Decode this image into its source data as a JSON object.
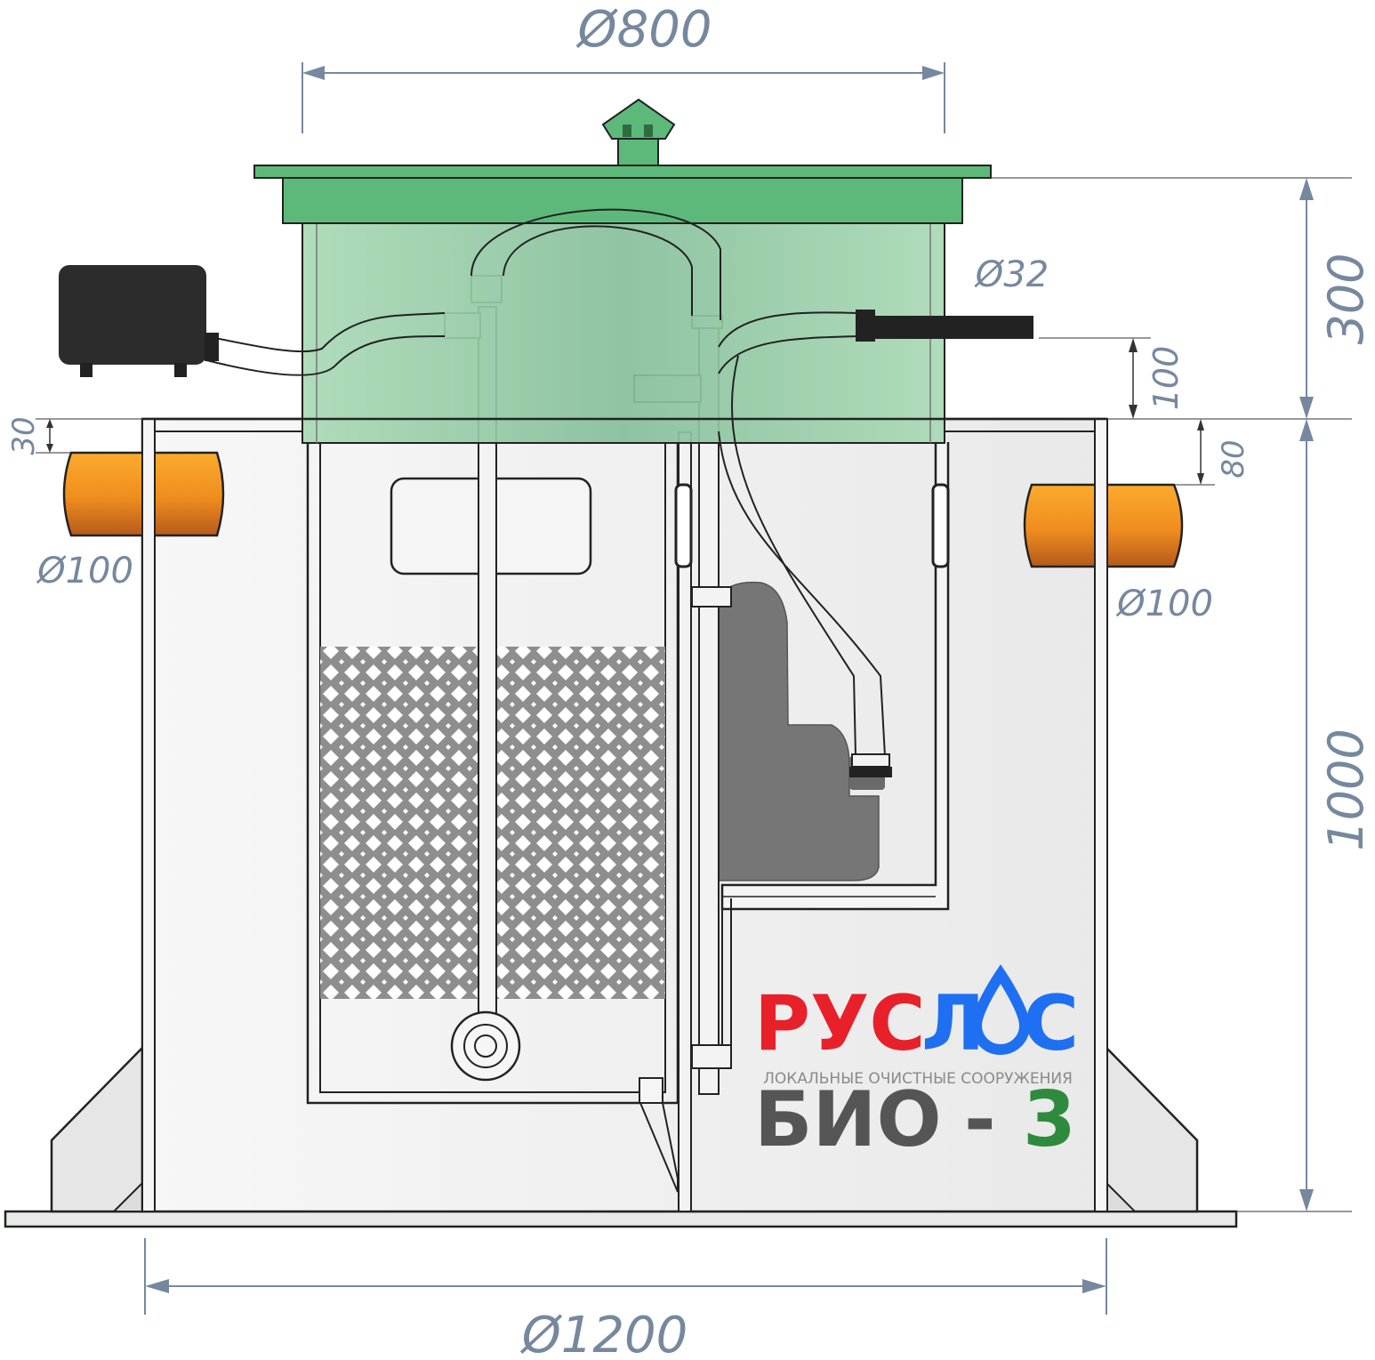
{
  "dimensions": {
    "top_diameter": "Ø800",
    "bottom_diameter": "Ø1200",
    "neck_height": "300",
    "body_height": "1000",
    "outlet_offset": "100",
    "inlet_offset": "30",
    "outlet_pipe_offset": "80",
    "inlet_pipe_diameter": "Ø100",
    "outlet_pipe_diameter": "Ø100",
    "discharge_hose_diameter": "Ø32"
  },
  "logo": {
    "brand_part1": "РУС",
    "brand_part2": "Л",
    "brand_part3": "С",
    "tagline": "ЛОКАЛЬНЫЕ ОЧИСТНЫЕ СООРУЖЕНИЯ",
    "model_part1": "БИО",
    "model_part2": "-",
    "model_part3": "3"
  },
  "colors": {
    "red": "#e8202a",
    "blue": "#1f6ff2",
    "grey": "#555555",
    "green": "#2e8b3d",
    "dimension": "#76889e",
    "lid": "#5db97a",
    "pipe_orange": "#f39a2a"
  },
  "icons": [
    "compressor-icon",
    "vent-cap-icon",
    "water-drop-icon",
    "submersible-pump-icon"
  ]
}
